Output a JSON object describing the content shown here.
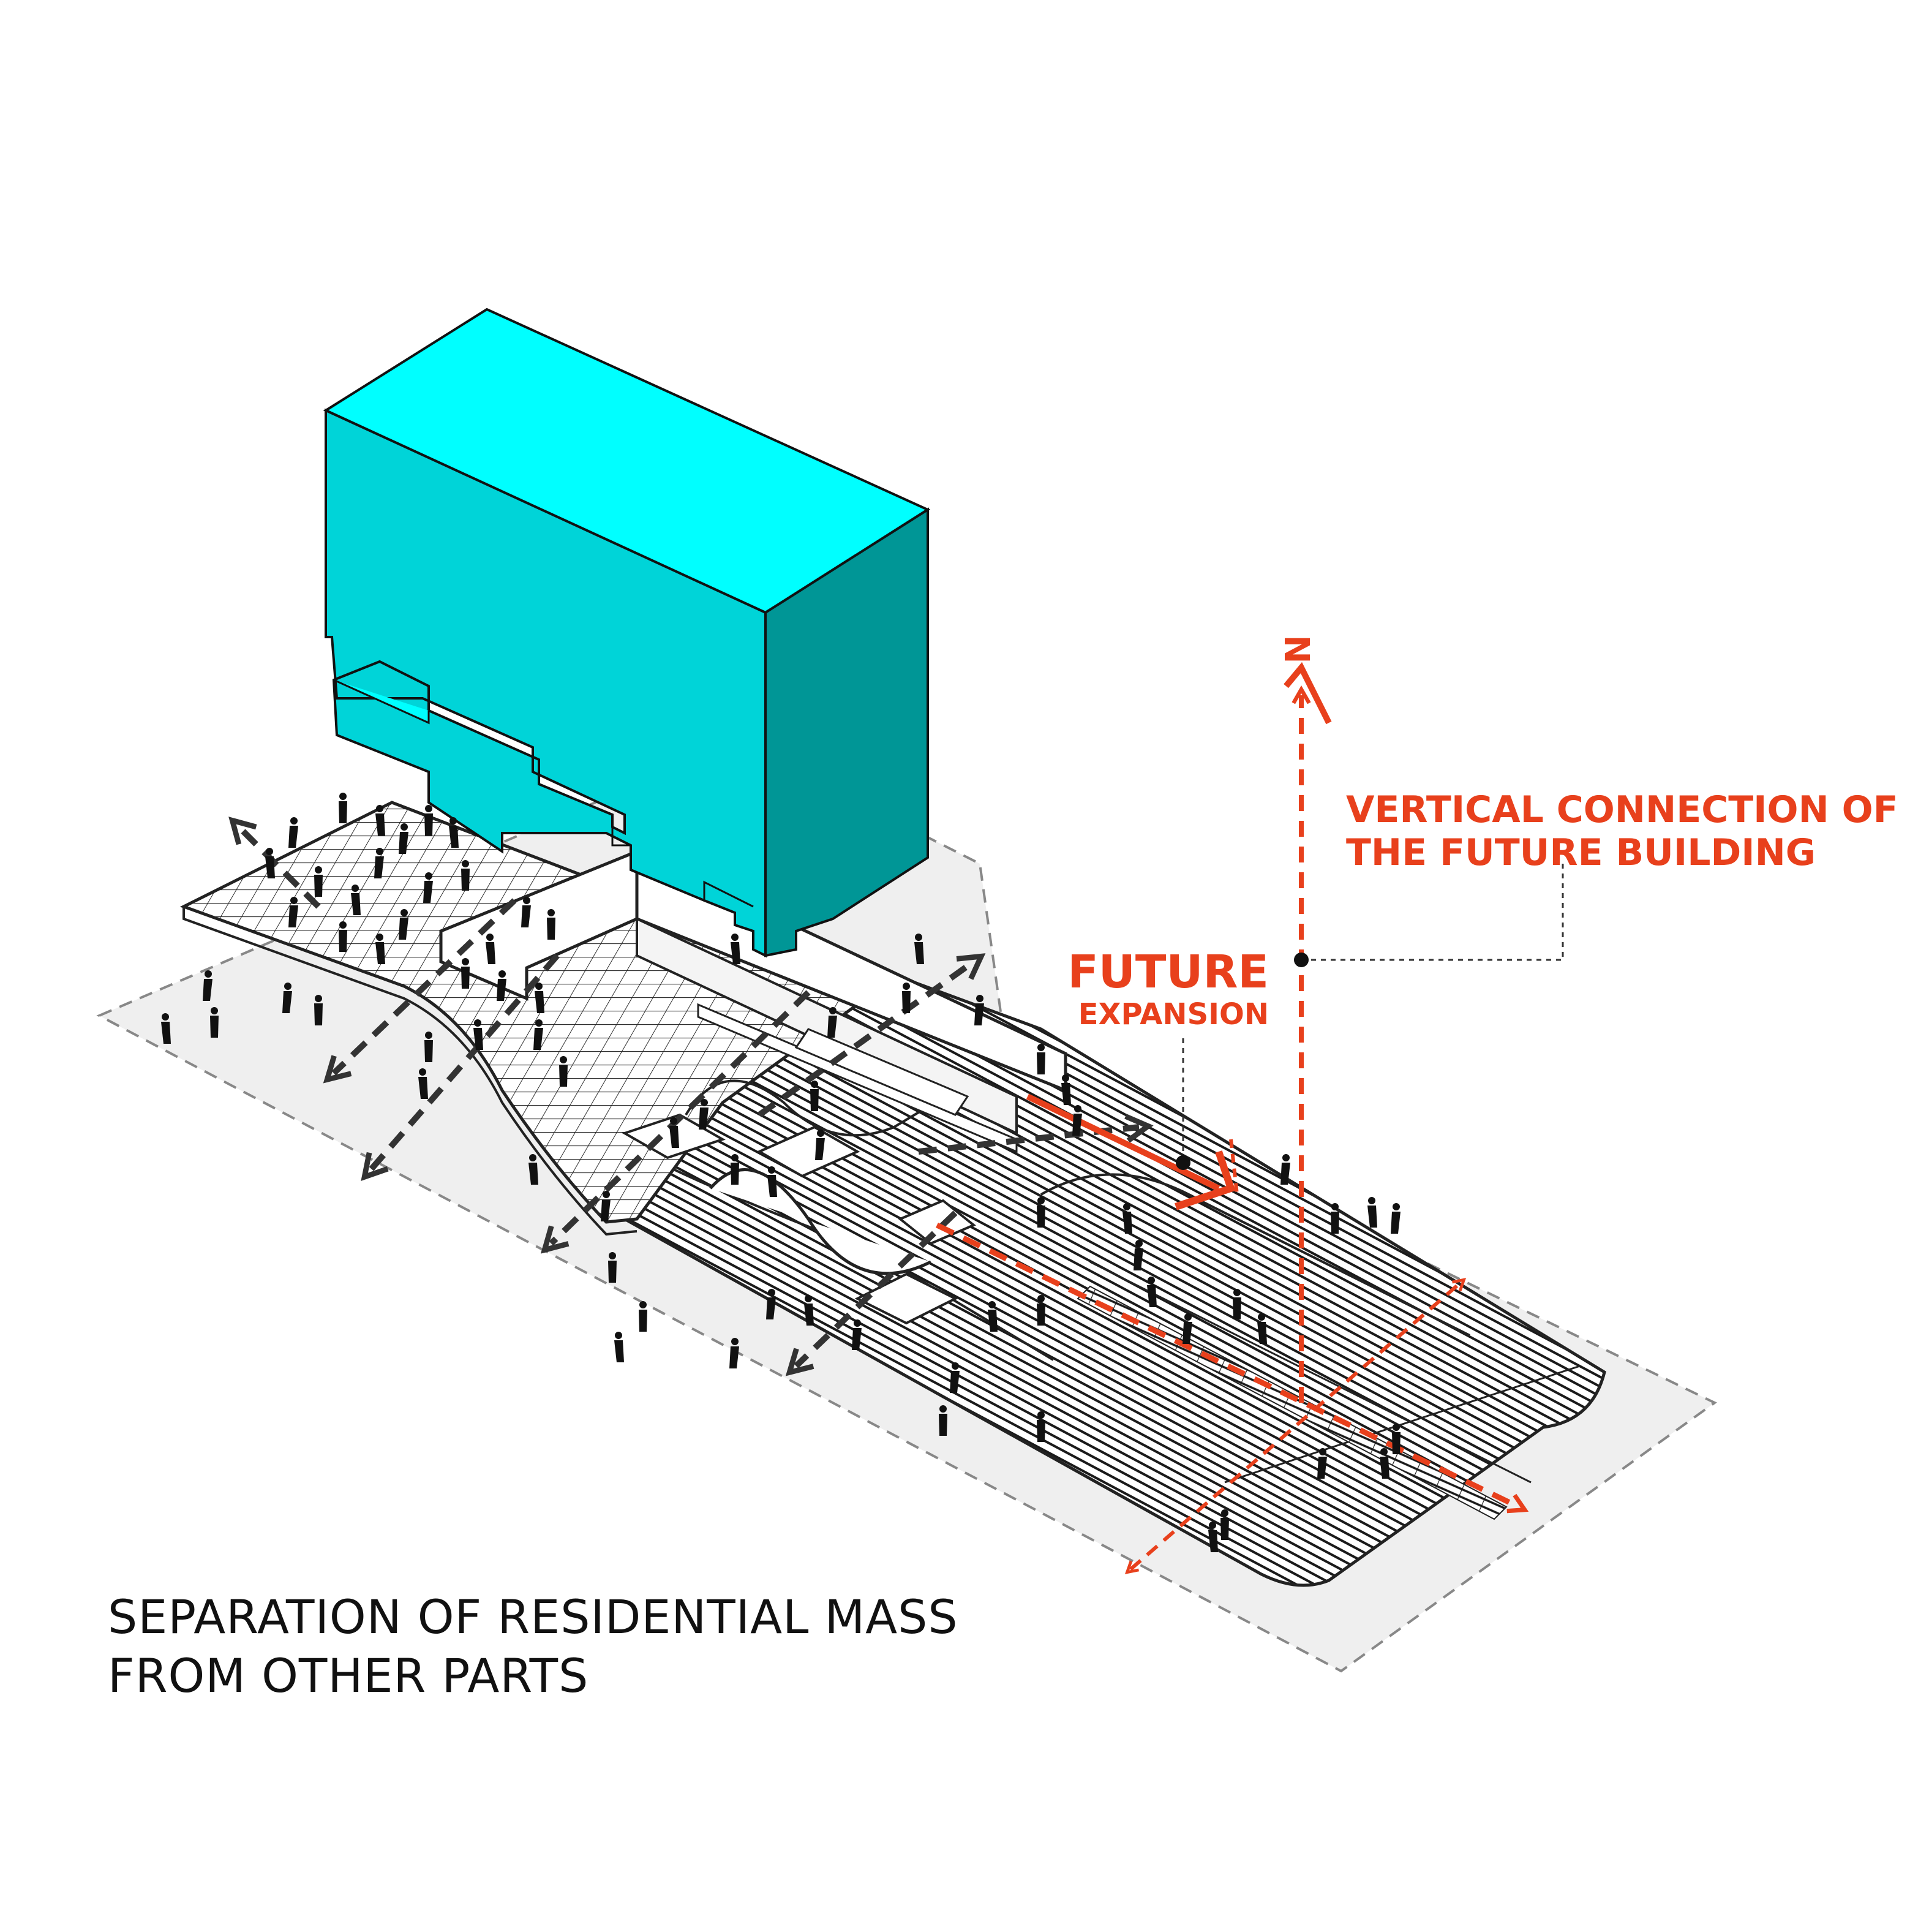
{
  "labels": {
    "compass_north": "N",
    "vertical_connection_line1": "VERTICAL CONNECTION OF",
    "vertical_connection_line2": "THE FUTURE BUILDING",
    "future": "FUTURE",
    "expansion": "EXPANSION"
  },
  "caption": {
    "line1": "SEPARATION OF RESIDENTIAL MASS",
    "line2": "FROM OTHER PARTS"
  },
  "colors": {
    "accent_red": "#e8401c",
    "mass_top": "#00ffff",
    "mass_front": "#00d4d8",
    "mass_side": "#009696",
    "site_fill": "#efefef",
    "ink": "#111111"
  }
}
